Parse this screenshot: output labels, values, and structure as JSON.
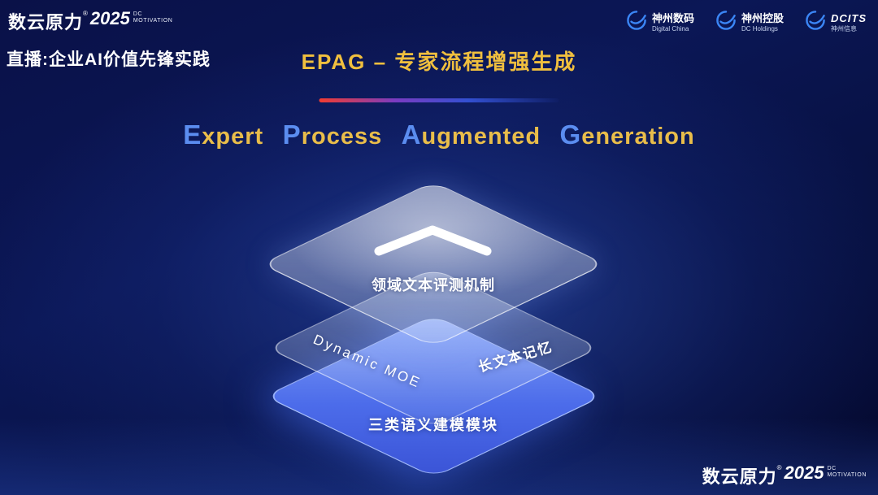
{
  "brand": {
    "name": "数云原力",
    "reg": "®",
    "year": "2025",
    "sub_line1": "DC",
    "sub_line2": "MOTIVATION"
  },
  "header": {
    "live_label": "直播:企业AI价值先锋实践",
    "title": "EPAG – 专家流程增强生成",
    "partner_logos": [
      {
        "name": "神州数码",
        "subtitle": "Digital China",
        "icon": "swoosh-globe-icon"
      },
      {
        "name": "神州控股",
        "subtitle": "DC Holdings",
        "icon": "swoosh-globe-icon"
      },
      {
        "name": "DCITS",
        "subtitle": "神州信息",
        "icon": "swoosh-globe-icon"
      }
    ]
  },
  "subtitle": {
    "words": [
      {
        "cap": "E",
        "rest": "xpert"
      },
      {
        "cap": "P",
        "rest": "rocess"
      },
      {
        "cap": "A",
        "rest": "ugmented"
      },
      {
        "cap": "G",
        "rest": "eneration"
      }
    ]
  },
  "diagram": {
    "chevron_icon": "chevron-up-icon",
    "top_layer_label": "领域文本评测机制",
    "middle_layer_left_label": "Dynamic MOE",
    "middle_layer_right_label": "长文本记忆",
    "bottom_layer_label": "三类语义建模模块"
  },
  "colors": {
    "title_gold": "#f0bf3e",
    "caps_blue": "#5b8df0",
    "divider_red": "#f23c31",
    "divider_blue": "#3350d2",
    "bottom_layer_blue": "#4c6cea",
    "logo_blue": "#3b86f6"
  }
}
